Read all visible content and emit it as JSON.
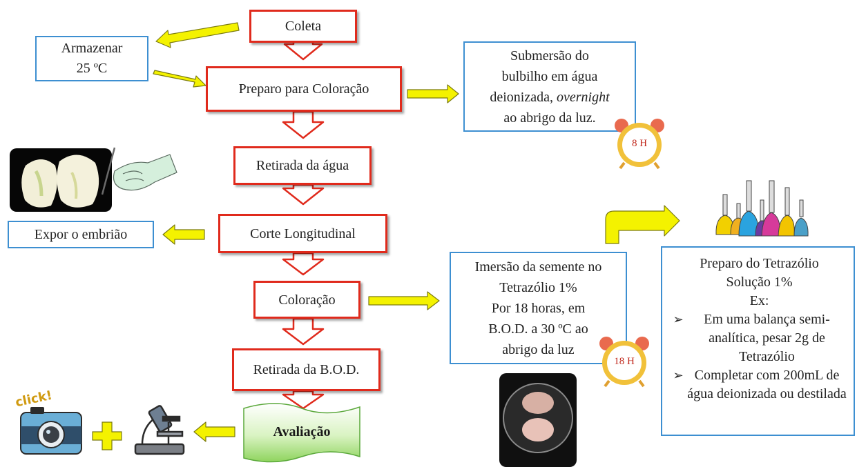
{
  "flow": {
    "coleta": "Coleta",
    "preparo": "Preparo para Coloração",
    "retirada_agua": "Retirada da água",
    "corte": "Corte Longitudinal",
    "coloracao": "Coloração",
    "retirada_bod": "Retirada da B.O.D.",
    "avaliacao": "Avaliação"
  },
  "side": {
    "armazenar_line1": "Armazenar",
    "armazenar_line2": "25 ºC",
    "expor": "Expor o embrião"
  },
  "submersao": {
    "line1": "Submersão do",
    "line2": "bulbilho em água",
    "line3_a": "deionizada, ",
    "line3_b": "overnight",
    "line4": "ao abrigo da luz.",
    "clock": "8 H"
  },
  "imersao": {
    "line1": "Imersão da semente no",
    "line2": "Tetrazólio 1%",
    "line3": "Por 18 horas, em",
    "line4": "B.O.D. a 30 ºC ao",
    "line5": "abrigo da luz",
    "clock": "18 H"
  },
  "tetrazolio": {
    "title1": "Preparo do Tetrazólio",
    "title2": "Solução 1%",
    "title3": "Ex:",
    "step1": "Em uma balança semi-analítica, pesar 2g de Tetrazólio",
    "step2": "Completar com 200mL de água deionizada ou destilada",
    "bullet": "➢"
  },
  "camera": {
    "click": "click!"
  },
  "colors": {
    "red": "#e02a1c",
    "blue": "#3d8fd1",
    "yellow": "#f4f200",
    "green": "#a6e07a"
  }
}
